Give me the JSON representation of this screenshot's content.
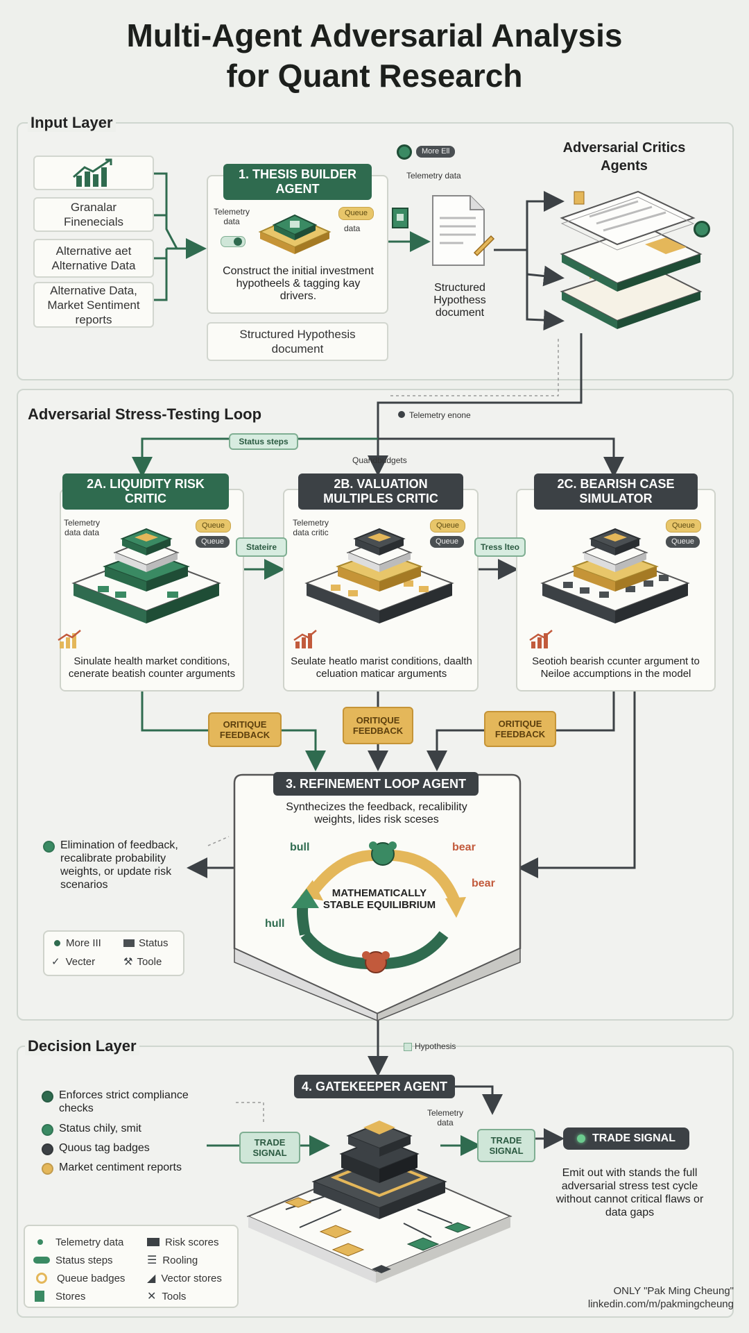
{
  "title_line1": "Multi-Agent Adversarial Analysis",
  "title_line2": "for Quant Research",
  "input_layer": {
    "label": "Input Layer",
    "inputs": [
      "Granalar Finenecials",
      "Alternative aet Alternative Data",
      "Alternative Data, Market Sentiment reports"
    ],
    "thesis_builder": {
      "header": "1. THESIS BUILDER AGENT",
      "telemetry": "Telemetry data",
      "badge": "Queue",
      "badge_sub": "data",
      "description": "Construct the initial investment hypotheels & tagging kay drivers."
    },
    "structured_below": "Structured Hypothesis document",
    "more_badge": "More Ell",
    "telemetry_right": "Telemetry data",
    "doc_label": "Structured Hypothess document",
    "critics_label": "Adversarial Critics Agents"
  },
  "loop_layer": {
    "label": "Adversarial Stress-Testing Loop",
    "telemetry_top": "Telemetry enone",
    "status_steps": "Status steps",
    "queue_budgets": "Quandbudgets",
    "agents": [
      {
        "header": "2A. LIQUIDITY RISK CRITIC",
        "telemetry": "Telemetry data data",
        "badge1": "Queue",
        "badge2": "Queue",
        "description": "Sinulate health market conditions, cenerate beatish counter arguments"
      },
      {
        "header": "2B. VALUATION MULTIPLES CRITIC",
        "telemetry": "Telemetry data critic",
        "badge1": "Queue",
        "badge2": "Queue",
        "description": "Seulate heatlo marist conditions, daalth celuation maticar arguments"
      },
      {
        "header": "2C. BEARISH CASE SIMULATOR",
        "telemetry": "",
        "badge1": "Queue",
        "badge2": "Queue",
        "description": "Seotioh bearish ccunter argument to Neiloe accumptions in the model"
      }
    ],
    "mid_tag1": "Stateire",
    "mid_tag2": "Tress lteo",
    "feedback": [
      "ORITIQUE FEEDBACK",
      "ORITIQUE FEEDBACK",
      "ORITIQUE FEEDBACK"
    ],
    "refinement": {
      "header": "3. REFINEMENT LOOP AGENT",
      "description": "Synthecizes the feedback, recalibility weights, lides risk sceses",
      "bull_top": "bull",
      "bear_top": "bear",
      "bear_right": "bear",
      "bull_left": "hull",
      "center": "MATHEMATICALLY STABLE EQUILIBRIUM"
    },
    "side_note": "Elimination of feedback, recalibrate probability weights, or update risk scenarios",
    "legend": {
      "more": "More III",
      "status": "Status",
      "vector": "Vecter",
      "tools": "Toole"
    }
  },
  "decision_layer": {
    "label": "Decision Layer",
    "hypothesis": "Hypothesis",
    "bullets": [
      "Enforces strict compliance checks",
      "Status chily, smit",
      "Quous tag badges",
      "Market centiment reports"
    ],
    "gatekeeper": "4. GATEKEEPER AGENT",
    "telemetry": "Telemetry data",
    "trade_signal_in": "TRADE SIGNAL",
    "trade_signal_out": "TRADE SIGNAL",
    "trade_signal_final": "TRADE SIGNAL",
    "emit_note": "Emit out with stands the full adversarial stress test cycle without cannot critical flaws or data gaps"
  },
  "bottom_legend": {
    "left": [
      "Telemetry data",
      "Status steps",
      "Queue badges",
      "Stores"
    ],
    "right": [
      "Risk scores",
      "Rooling",
      "Vector stores",
      "Tools"
    ]
  },
  "credit": {
    "line1": "ONLY \"Pak Ming Cheung\"",
    "line2": "linkedin.com/m/pakmingcheung"
  },
  "colors": {
    "green": "#2f6b4f",
    "dark": "#3c4145",
    "gold": "#e4b75a",
    "red": "#c25a3c"
  }
}
